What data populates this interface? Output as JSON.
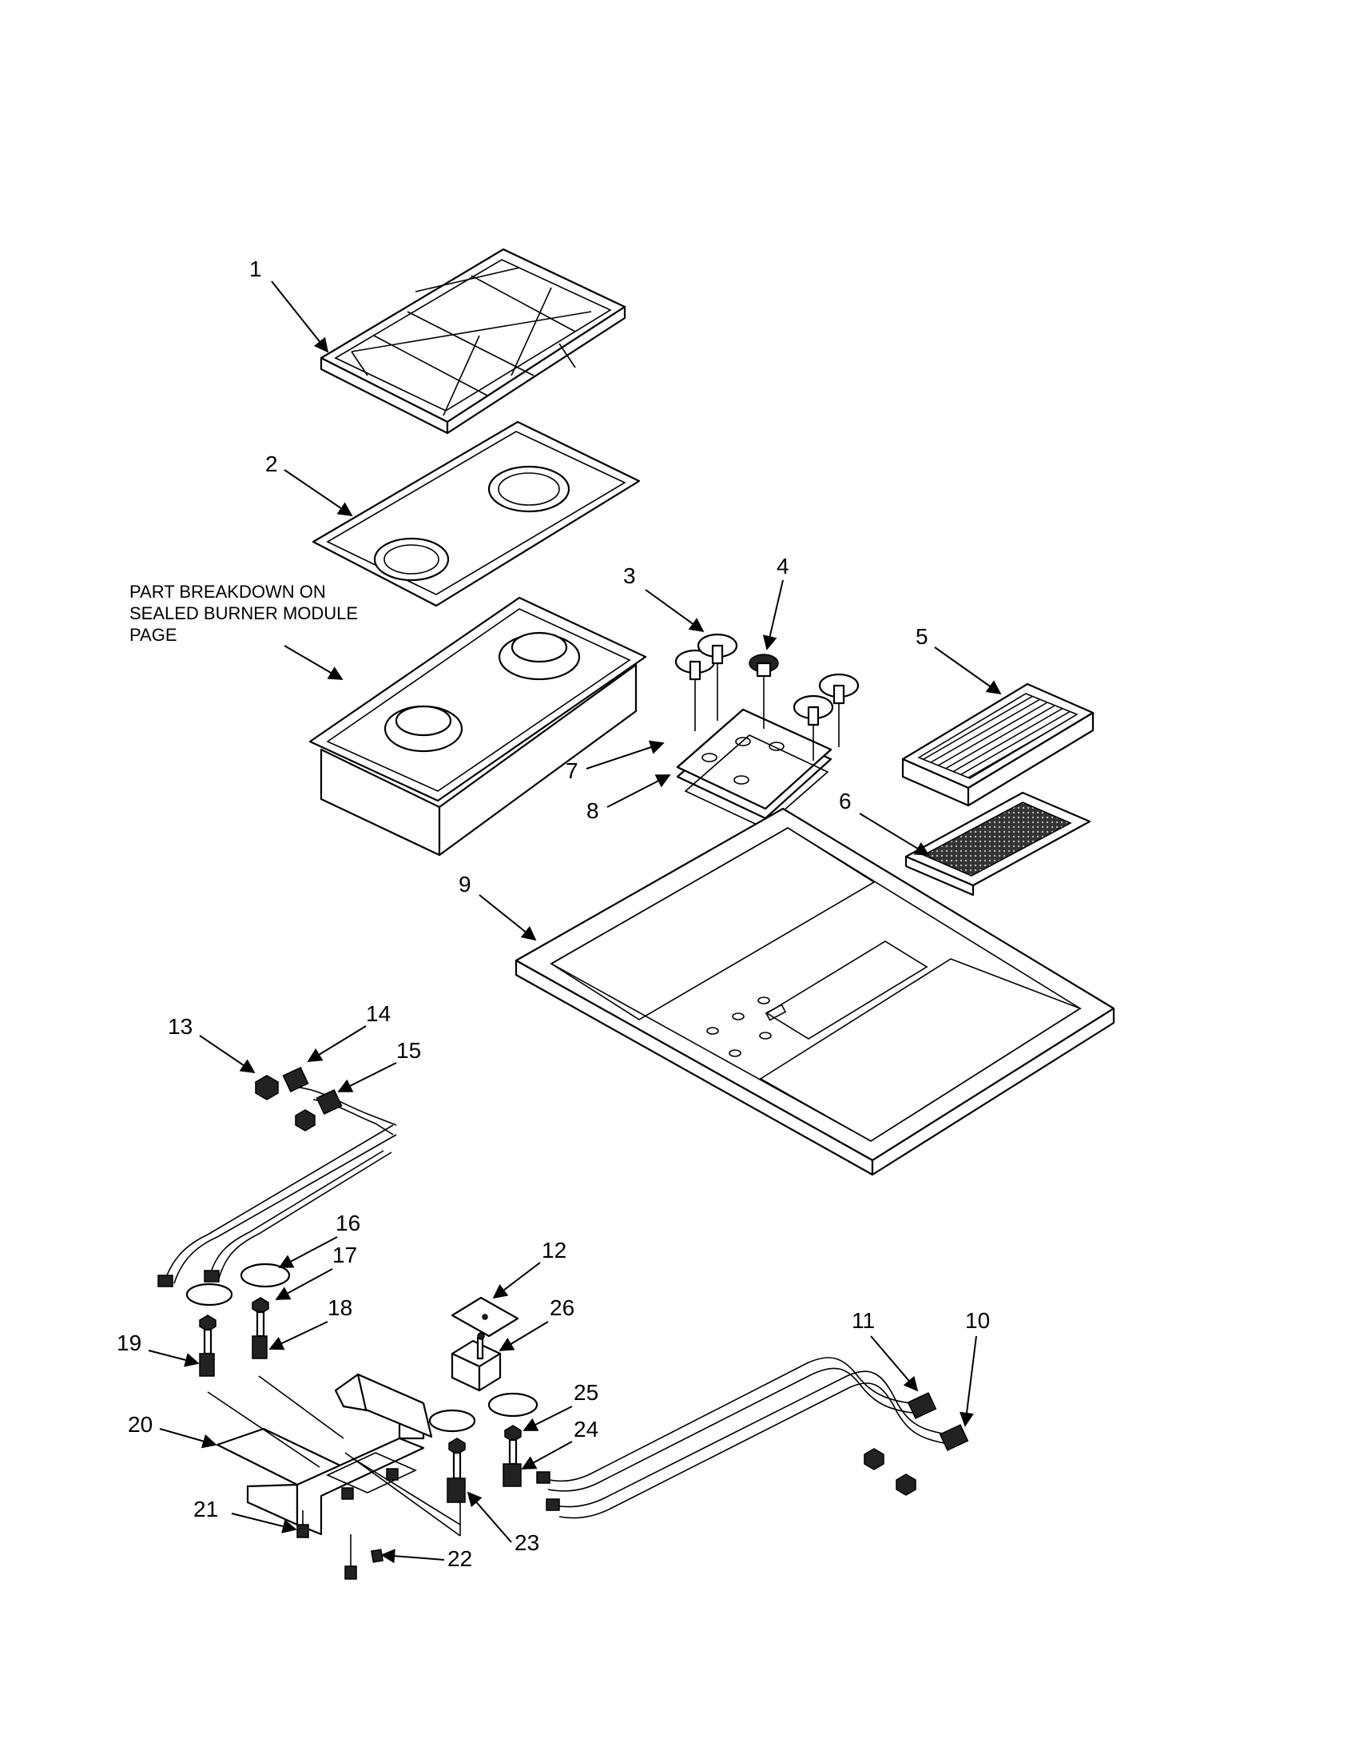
{
  "diagram": {
    "note": [
      "PART BREAKDOWN ON",
      "SEALED BURNER MODULE",
      "PAGE"
    ],
    "callouts": [
      "1",
      "2",
      "3",
      "4",
      "5",
      "6",
      "7",
      "8",
      "9",
      "10",
      "11",
      "12",
      "13",
      "14",
      "15",
      "16",
      "17",
      "18",
      "19",
      "20",
      "21",
      "22",
      "23",
      "24",
      "25",
      "26"
    ]
  }
}
